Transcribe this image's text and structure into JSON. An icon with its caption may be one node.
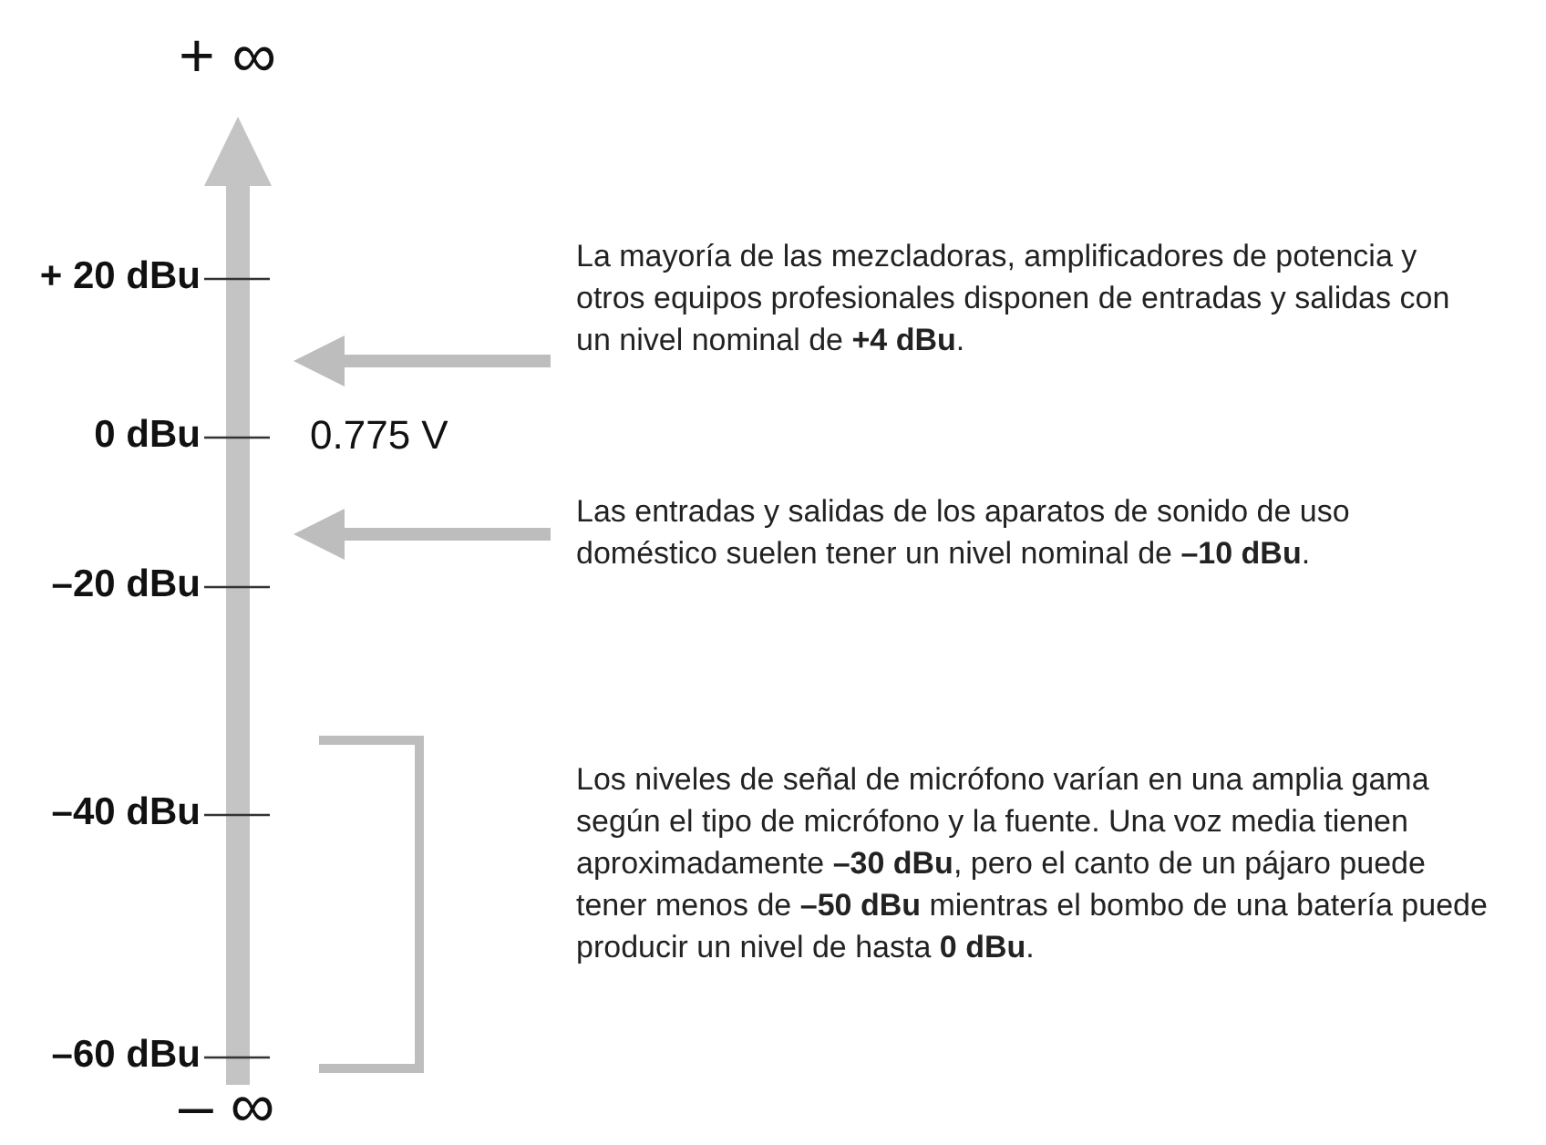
{
  "diagram": {
    "nodes": [
      {
        "text": [
          "La mayoría de las mezcladoras, amplificadores de potencia y otros equipos profesionales disponen de entradas y salidas con un nivel nominal de **+4 dBu**."
        ]
      },
      {
        "text": [
          "Las entradas y salidas de los aparatos de sonido de uso doméstico suelen tener un nivel nominal de **–10 dBu**."
        ]
      },
      {
        "text": [
          "Los niveles de señal de micrófono varían en una amplia gama según el tipo de micrófono y la fuente. Una voz media tienen aproximadamente **–30 dBu**, pero el canto de un pájaro puede tener menos de **–50 dBu** mientras el bombo de una batería puede producir un nivel de hasta **0 dBu**."
        ]
      }
    ],
    "edges": [
      {
        "from": 0,
        "to": null,
        "arrow": "to"
      },
      {
        "from": 1,
        "to": null,
        "arrow": "to"
      }
    ],
    "labels": [
      "+ ∞",
      "+ 20 dBu",
      "0 dBu",
      "0.775 V",
      "–20 dBu",
      "–40 dBu",
      "–60 dBu",
      "– ∞"
    ]
  }
}
